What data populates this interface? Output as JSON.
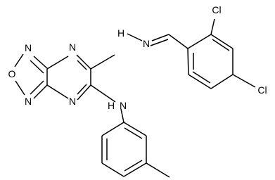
{
  "molecule": {
    "atoms": {
      "N_furazan_top": "N",
      "O_furazan": "O",
      "N_furazan_bottom": "N",
      "N_pyrazine_top": "N",
      "N_pyrazine_bottom": "N",
      "NH_hydrazone": "H",
      "N_imine": "N",
      "NH_amine": "N",
      "H_amine": "H",
      "Cl_ortho": "Cl",
      "Cl_para": "Cl"
    },
    "bond_color": "#000000",
    "background": "#ffffff"
  }
}
